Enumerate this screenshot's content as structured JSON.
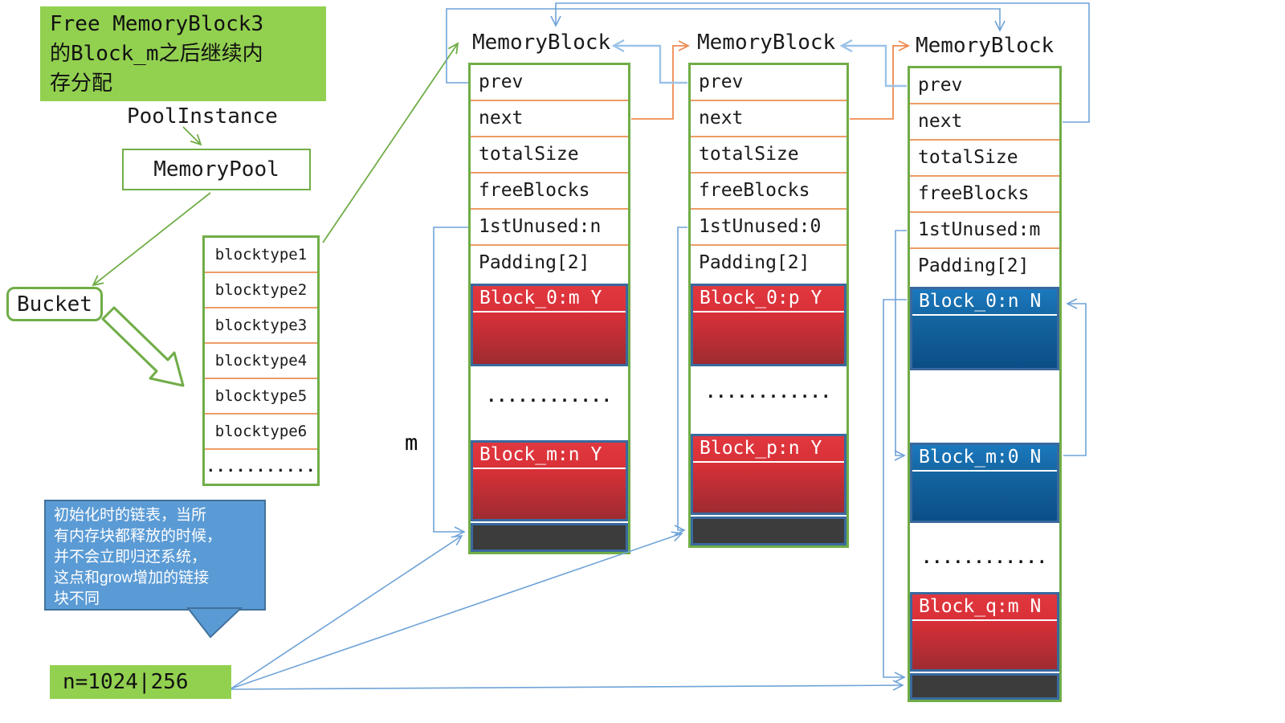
{
  "note_free": {
    "text": "Free MemoryBlock3\n的Block_m之后继续内\n存分配"
  },
  "labels": {
    "pool_instance": "PoolInstance",
    "memory_pool": "MemoryPool",
    "bucket": "Bucket",
    "n_value": "n=1024|256",
    "m": "m"
  },
  "blocktype_table": {
    "rows": [
      "blocktype1",
      "blocktype2",
      "blocktype3",
      "blocktype4",
      "blocktype5",
      "blocktype6",
      "..........."
    ]
  },
  "callout": {
    "text": "初始化时的链表，当所\n有内存块都释放的时候，\n并不会立即归还系统，\n这点和grow增加的链接\n块不同"
  },
  "columns": [
    {
      "title": "MemoryBlock",
      "fields": [
        "prev",
        "next",
        "totalSize",
        "freeBlocks",
        "1stUnused:n",
        "Padding[2]"
      ],
      "blocks": [
        {
          "label": "Block_0:m Y",
          "type": "red"
        },
        {
          "label": "............",
          "type": "dots"
        },
        {
          "label": "Block_m:n Y",
          "type": "red"
        },
        {
          "label": "",
          "type": "footer"
        }
      ]
    },
    {
      "title": "MemoryBlock",
      "fields": [
        "prev",
        "next",
        "totalSize",
        "freeBlocks",
        "1stUnused:0",
        "Padding[2]"
      ],
      "blocks": [
        {
          "label": "Block_0:p Y",
          "type": "red"
        },
        {
          "label": "............",
          "type": "dots"
        },
        {
          "label": "Block_p:n Y",
          "type": "red"
        },
        {
          "label": "",
          "type": "footer"
        }
      ]
    },
    {
      "title": "MemoryBlock",
      "fields": [
        "prev",
        "next",
        "totalSize",
        "freeBlocks",
        "1stUnused:m",
        "Padding[2]"
      ],
      "blocks": [
        {
          "label": "Block_0:n N",
          "type": "blue"
        },
        {
          "label": "",
          "type": "gap"
        },
        {
          "label": "Block_m:0 N",
          "type": "blue"
        },
        {
          "label": "............",
          "type": "dots"
        },
        {
          "label": "Block_q:m N",
          "type": "red"
        },
        {
          "label": "",
          "type": "footer"
        }
      ]
    }
  ],
  "colors": {
    "green_fill": "#92D050",
    "green_border": "#70AD47",
    "orange_line": "#ED8A4E",
    "blue_line": "#6FA3D8",
    "blue_line_bold": "#9CC3E8",
    "red_block": "#E13840",
    "blue_block": "#1B79BE",
    "footer_block": "#3C3C3C",
    "callout_fill": "#5B9BD5"
  }
}
